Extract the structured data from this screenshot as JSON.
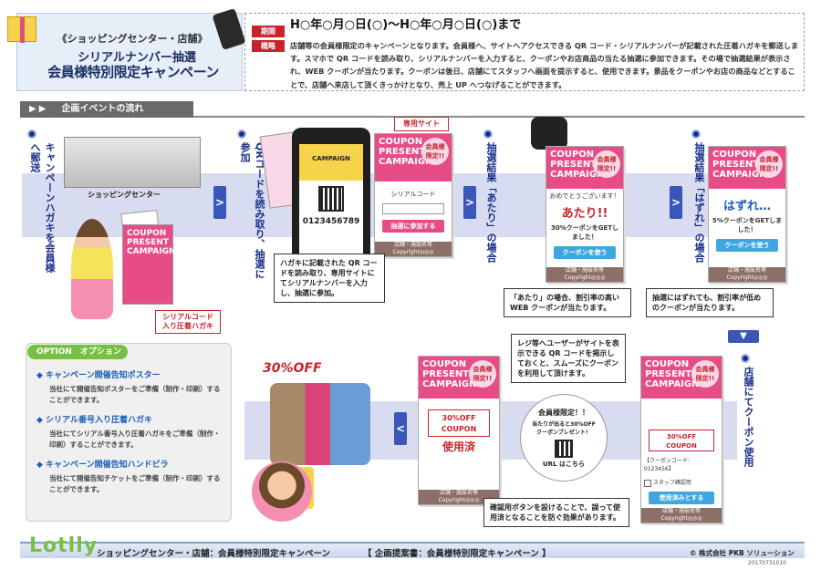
{
  "header": {
    "subtitle": "《ショッピングセンター・店舗》",
    "title_line1": "シリアルナンバー抽選",
    "title_line2": "会員様特別限定キャンペーン",
    "period_label": "期間",
    "overview_label": "概略",
    "period_text": "H○年○月○日(○)〜H○年○月○日(○)まで",
    "description": "店舗等の会員様限定のキャンペーンとなります。会員様へ、サイトへアクセスできる QR コード・シリアルナンバーが記載された圧着ハガキを郵送します。スマホで QR コードを読み取り、シリアルナンバーを入力すると、クーポンやお店商品の当たる抽選に参加できます。その場で抽選結果が表示され、WEB クーポンが当たります。クーポンは後日、店舗にてスタッフへ画面を提示すると、使用できます。景品をクーポンやお店の商品などとすることで、店舗へ来店して頂くきっかけとなり、売上 UP へつなげることができます。"
  },
  "section": {
    "arrows": "▶▶",
    "title": "企画イベントの流れ"
  },
  "steps": {
    "step1_label": "キャンペーンハガキを会員様へ郵送",
    "step1_building": "ショッピングセンター",
    "step1_tag": "シリアルコード\n入り圧着ハガキ",
    "step2_label": "QRコードを読み取り、抽選に参加",
    "step2_site_tag": "専用サイト",
    "step2_serial_number": "0123456789",
    "step2_serial_label": "シリアルコード",
    "step2_submit": "抽選に参加する",
    "step2_callout": "ハガキに記載された QR コードを読み取り、専用サイトにてシリアルナンバーを入力し、抽選に参加。",
    "step3_label": "抽選結果「あたり」の場合",
    "step3_congrats": "おめでとうございます！",
    "step3_result": "あたり!!",
    "step3_coupon": "30%クーポンをGETしました！",
    "step3_use": "クーポンを使う",
    "step3_callout": "「あたり」の場合、割引率の高いWEB クーポンが当たります。",
    "step4_label": "抽選結果「はずれ」の場合",
    "step4_result": "はずれ…",
    "step4_coupon": "5%クーポンをGETしました！",
    "step4_use": "クーポンを使う",
    "step4_callout": "抽選にはずれても、割引率が低めのクーポンが当たります。",
    "step5_label": "店舗にてクーポン使用",
    "sale_text": "30%OFF",
    "step5_used": "使用済",
    "step5_coupon_text": "30%OFF\nCOUPON",
    "step5_circle_title": "会員様限定！！",
    "step5_circle_text": "当たりが出ると30%OFF クーポンプレゼント！",
    "step5_circle_url": "URL はこちら",
    "step5_callout_top": "レジ等へユーザーがサイトを表示できる QR コードを掲示しておくと、スムーズにクーポンを利用して頂けます。",
    "step5_staff_code": "【クーポンコード：0123456】",
    "step5_staff_confirm": "スタッフ確認用",
    "step5_use_done": "使用済みとする",
    "step5_callout_bottom": "確認用ボタンを設けることで、誤って使用済となることを防ぐ効果があります。"
  },
  "card": {
    "title": "COUPON\nPRESENT\nCAMPAIGN",
    "badge": "会員様\n限定!!",
    "footer": "店舗・施設名等\nCopyright◎◎◎"
  },
  "option": {
    "tag": "OPTION　オプション",
    "items": [
      {
        "head": "◆ キャンペーン開催告知ポスター",
        "text": "当社にて開催告知ポスターをご準備（制作・印刷）することができます。"
      },
      {
        "head": "◆ シリアル番号入り圧着ハガキ",
        "text": "当社にてシリアル番号入り圧着ハガキをご準備（制作・印刷）することができます。"
      },
      {
        "head": "◆ キャンペーン開催告知ハンドビラ",
        "text": "当社にて開催告知チケットをご準備（制作・印刷）することができます。"
      }
    ]
  },
  "footer": {
    "logo": "Lotlly",
    "campaign": "ショッピングセンター・店舗：会員様特別限定キャンペーン",
    "proposal": "【 企画提案書：会員様特別限定キャンペーン 】",
    "company": "© 株式会社 PKB ソリューション",
    "doc_id": "20170731010"
  },
  "colors": {
    "accent_pink": "#e84c86",
    "accent_blue": "#3a56b8",
    "label_red": "#c8232c",
    "option_green": "#77c043"
  }
}
